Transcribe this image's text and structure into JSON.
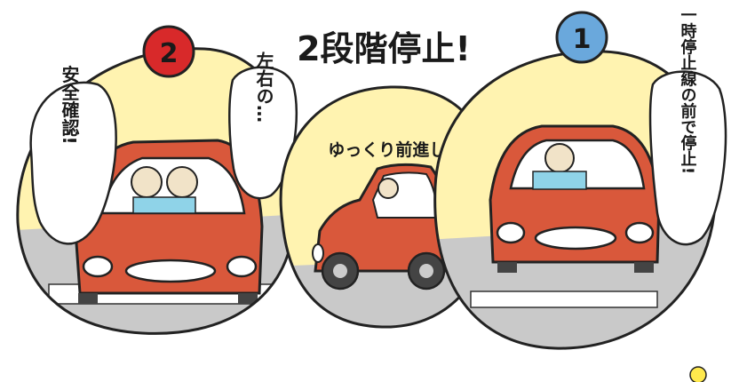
{
  "title": "2段階停止!",
  "panels": [
    {
      "badge": "2",
      "badge_color": "#d8292a",
      "bubble_left": "安全確認!",
      "bubble_right": "左右の…"
    },
    {
      "caption": "ゆっくり前進して"
    },
    {
      "badge": "1",
      "badge_color": "#6aa8dc",
      "bubble_right": "一時停止線の前で停止!"
    }
  ],
  "colors": {
    "car_body": "#d9583b",
    "sky_glow": "#fff3b0",
    "road": "#bdbdbd",
    "stop_line": "#ffffff",
    "shirt": "#8fd3e8"
  }
}
